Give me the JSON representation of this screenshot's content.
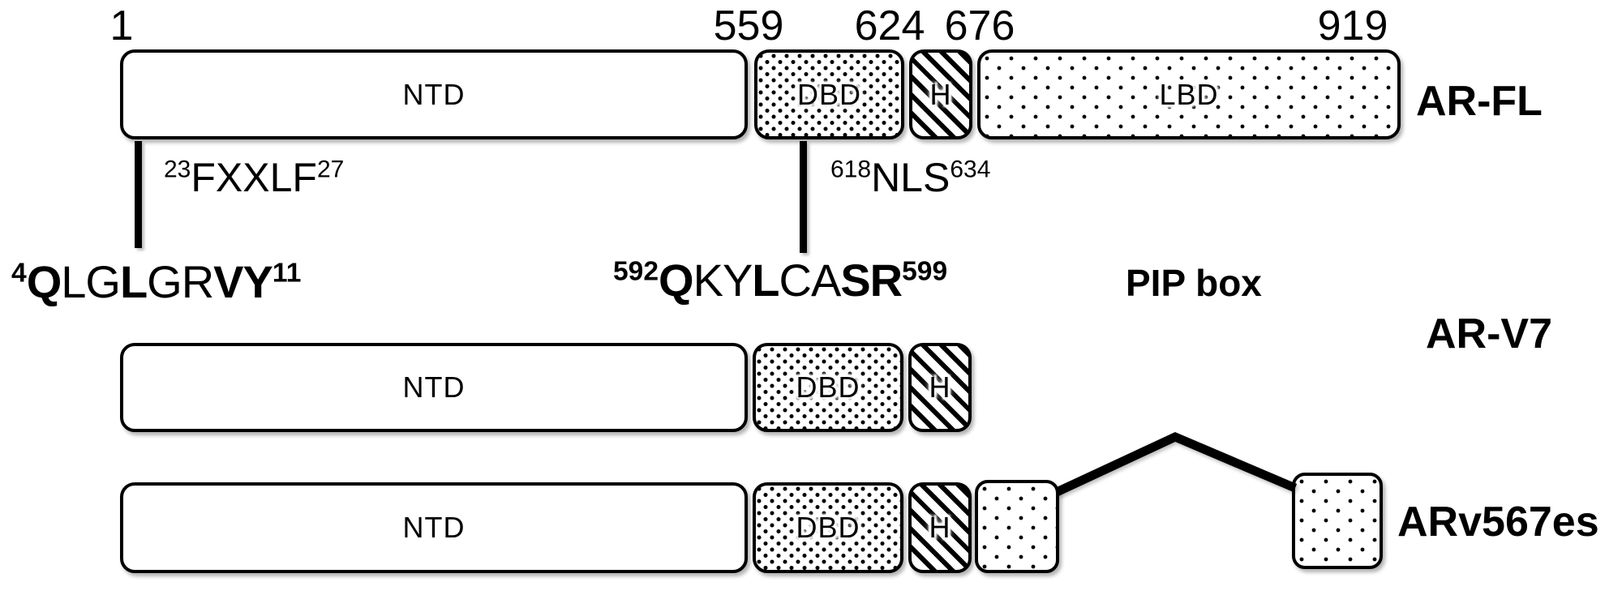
{
  "colors": {
    "ink": "#000000",
    "background": "#ffffff"
  },
  "ar_fl": {
    "label": "AR-FL",
    "ticks": [
      "1",
      "559",
      "624",
      "676",
      "919"
    ],
    "domains": {
      "ntd": "NTD",
      "dbd": "DBD",
      "hinge": "H",
      "lbd": "LBD"
    }
  },
  "annotations": {
    "fxxlf": {
      "pre": "23",
      "core": "FXXLF",
      "post": "27"
    },
    "nls": {
      "pre": "618",
      "core": "NLS",
      "post": "634"
    },
    "ntd_motif": {
      "segments": [
        {
          "t": "4",
          "sup": true,
          "b": true
        },
        {
          "t": "Q",
          "b": true
        },
        {
          "t": "LG"
        },
        {
          "t": "L",
          "b": true
        },
        {
          "t": "GR"
        },
        {
          "t": "VY",
          "b": true
        },
        {
          "t": "11",
          "sup": true,
          "b": true
        }
      ]
    },
    "dbd_motif": {
      "segments": [
        {
          "t": "592",
          "sup": true,
          "b": true
        },
        {
          "t": "Q",
          "b": true
        },
        {
          "t": "KY"
        },
        {
          "t": "L",
          "b": true
        },
        {
          "t": "CA"
        },
        {
          "t": "SR",
          "b": true
        },
        {
          "t": "599",
          "sup": true,
          "b": true
        }
      ]
    },
    "pip_box": "PIP box"
  },
  "ar_v7": {
    "label": "AR-V7",
    "domains": {
      "ntd": "NTD",
      "dbd": "DBD",
      "hinge": "H"
    }
  },
  "arv567es": {
    "label": "ARv567es",
    "domains": {
      "ntd": "NTD",
      "dbd": "DBD",
      "hinge": "H"
    }
  }
}
